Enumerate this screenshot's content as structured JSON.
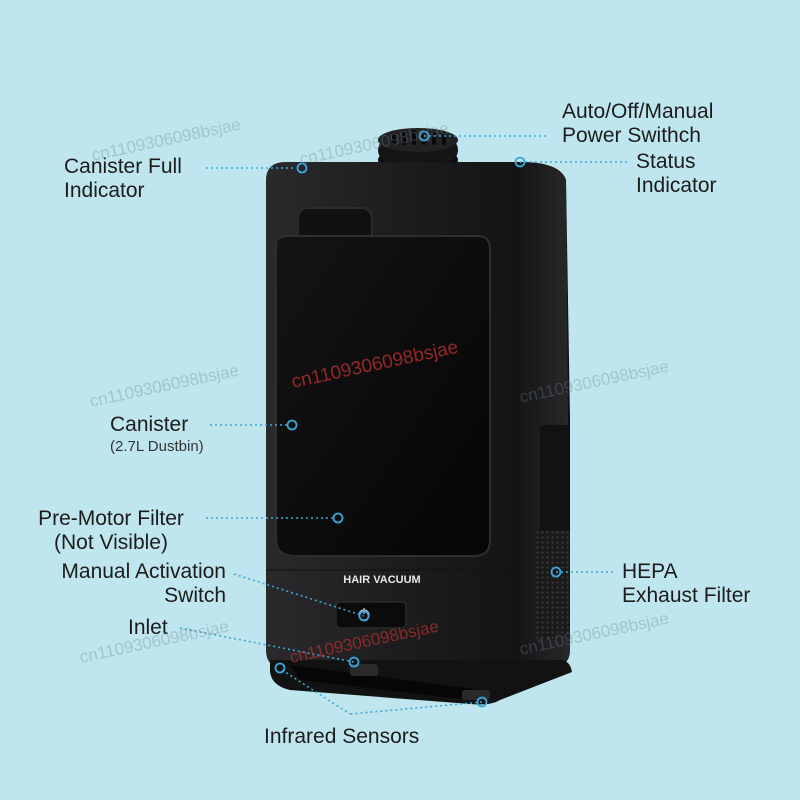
{
  "labels": {
    "canister_full": [
      "Canister Full",
      "Indicator"
    ],
    "power_switch": [
      "Auto/Off/Manual",
      "Power Swithch"
    ],
    "status": [
      "Status",
      "Indicator"
    ],
    "canister": "Canister",
    "canister_sub": "(2.7L Dustbin)",
    "pre_motor": [
      "Pre-Motor Filter",
      "(Not Visible)"
    ],
    "manual_activation": [
      "Manual Activation",
      "Switch"
    ],
    "hepa": [
      "HEPA",
      "Exhaust Filter"
    ],
    "inlet": "Inlet",
    "infrared": "Infrared Sensors"
  },
  "device": {
    "brand_text": "HAIR VACUUM",
    "body_color": "#1d1d1f",
    "accent_color": "#3aa7d8"
  },
  "watermark": {
    "text": "cn1109306098bsjae",
    "prefix": "cn"
  }
}
